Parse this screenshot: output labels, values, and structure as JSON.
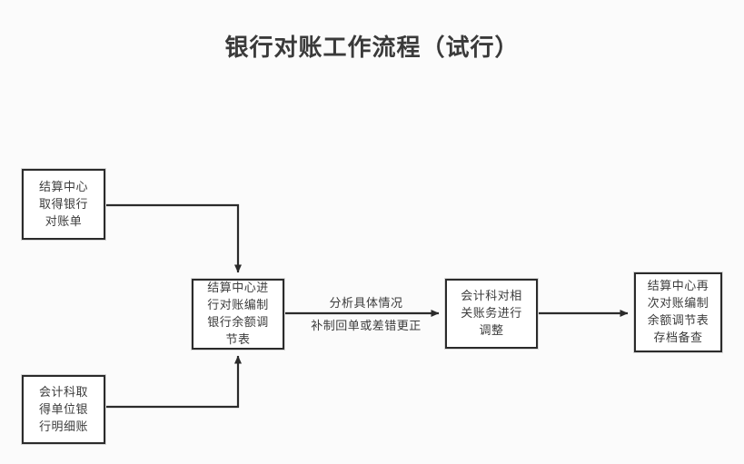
{
  "page": {
    "title": "银行对账工作流程（试行）",
    "background_color": "#fbfbfb",
    "line_color": "#2b2b2b",
    "text_color": "#3c3c3c"
  },
  "diagram": {
    "type": "flowchart",
    "nodes": [
      {
        "id": "bank-statement",
        "label": "结算中心\n取得银行\n对账单",
        "shape": "rectangle"
      },
      {
        "id": "unit-ledger",
        "label": "会计科取\n得单位银\n行明细账",
        "shape": "rectangle"
      },
      {
        "id": "reconcile",
        "label": "结算中心进\n行对账编制\n银行余额调\n节表",
        "shape": "rectangle"
      },
      {
        "id": "adjust-accounts",
        "label": "会计科对相\n关账务进行\n调整",
        "shape": "rectangle"
      },
      {
        "id": "archive",
        "label": "结算中心再\n次对账编制\n余额调节表\n存档备查",
        "shape": "rectangle"
      }
    ],
    "edges": [
      {
        "id": "edge-statement-to-reconcile",
        "from": "bank-statement",
        "to": "reconcile",
        "label": "",
        "arrow": "down"
      },
      {
        "id": "edge-ledger-to-reconcile",
        "from": "unit-ledger",
        "to": "reconcile",
        "label": "",
        "arrow": "up"
      },
      {
        "id": "edge-reconcile-to-adjust",
        "from": "reconcile",
        "to": "adjust-accounts",
        "label_above": "分析具体情况",
        "label_below": "补制回单或差错更正",
        "arrow": "right"
      },
      {
        "id": "edge-adjust-to-archive",
        "from": "adjust-accounts",
        "to": "archive",
        "label": "",
        "arrow": "right"
      }
    ]
  }
}
